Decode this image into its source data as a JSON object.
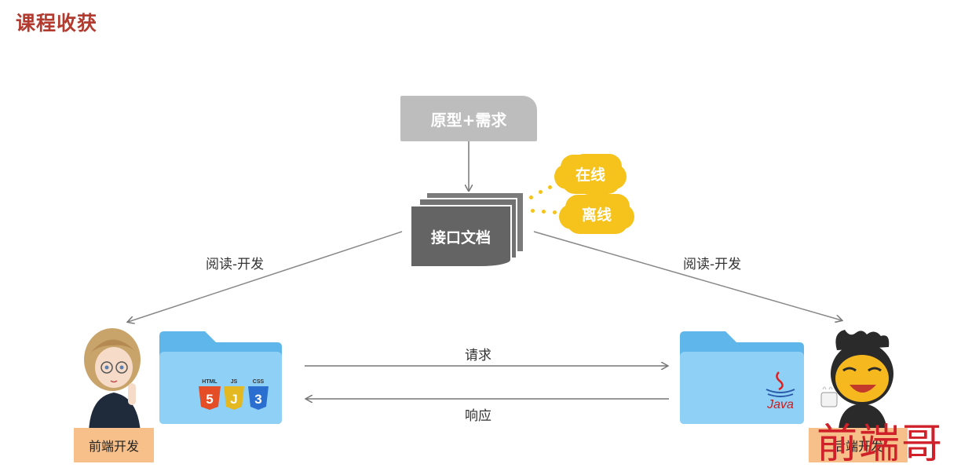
{
  "title": "课程收获",
  "requirement_box": "原型+需求",
  "doc_box": "接口文档",
  "cloud_online": "在线",
  "cloud_offline": "离线",
  "read_left": "阅读-开发",
  "read_right": "阅读-开发",
  "request_label": "请求",
  "response_label": "响应",
  "frontend_tag": "前端开发",
  "backend_tag": "后端开发",
  "frontend_logos": {
    "html": "HTML",
    "js": "JS",
    "css": "CSS"
  },
  "backend_logo": "Java",
  "watermark": "前端哥"
}
